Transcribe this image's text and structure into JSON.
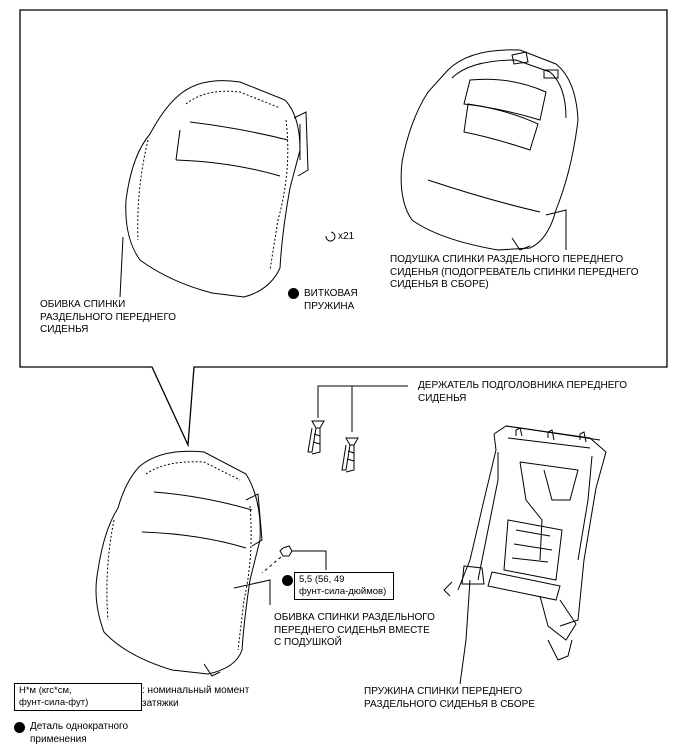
{
  "labels": {
    "cover_top": "ОБИВКА СПИНКИ\nРАЗДЕЛЬНОГО ПЕРЕДНЕГО\nСИДЕНЬЯ",
    "hog_ring_count": "x21",
    "hog_ring": "ВИТКОВАЯ\nПРУЖИНА",
    "pad": "ПОДУШКА СПИНКИ РАЗДЕЛЬНОГО ПЕРЕДНЕГО\nСИДЕНЬЯ (ПОДОГРЕВАТЕЛЬ СПИНКИ ПЕРЕДНЕГО\nСИДЕНЬЯ В СБОРЕ)",
    "headrest_support": "ДЕРЖАТЕЛЬ ПОДГОЛОВНИКА ПЕРЕДНЕГО\nСИДЕНЬЯ",
    "torque_value": "5,5 (56, 49\nфунт-сила-дюймов)",
    "cover_with_pad": "ОБИВКА СПИНКИ РАЗДЕЛЬНОГО\nПЕРЕДНЕГО СИДЕНЬЯ ВМЕСТЕ\nС ПОДУШКОЙ",
    "spring_assy": "ПРУЖИНА СПИНКИ ПЕРЕДНЕГО\nРАЗДЕЛЬНОГО СИДЕНЬЯ В СБОРЕ"
  },
  "legend": {
    "torque_unit": "Н*м (кгс*см,\nфунт-сила-фут)",
    "torque_desc": ": номинальный момент\nзатяжки",
    "one_time": "Деталь однократного\nприменения"
  }
}
